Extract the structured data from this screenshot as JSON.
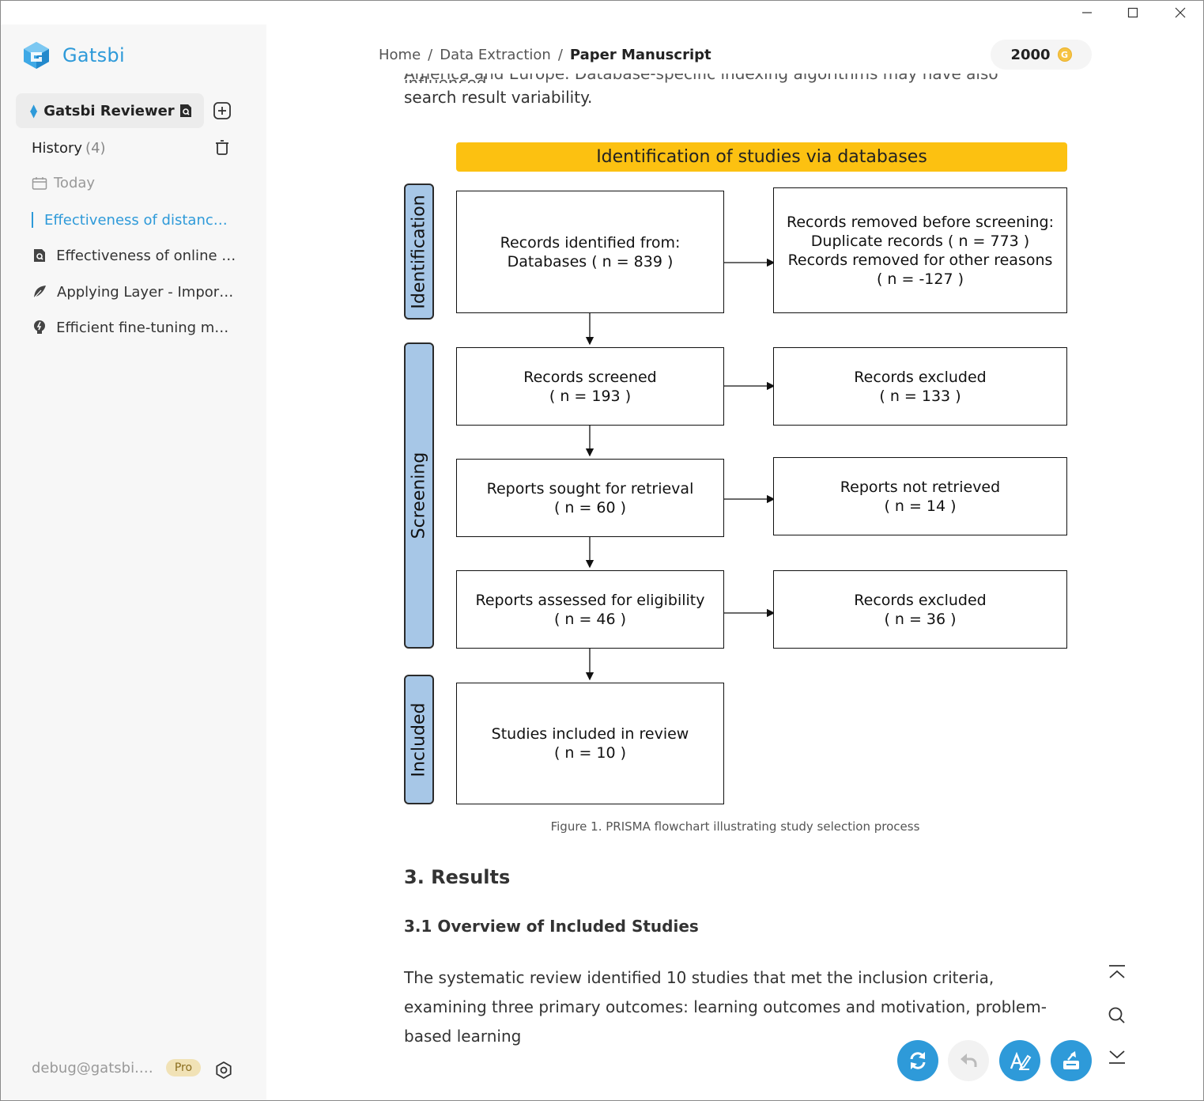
{
  "app": {
    "name": "Gatsbi",
    "brand_color": "#2e9ad9"
  },
  "sidebar": {
    "workspace": "Gatsbi Reviewer",
    "history_label": "History",
    "history_count": "(4)",
    "today_label": "Today",
    "items": [
      {
        "label": "Effectiveness of distance le…",
        "icon": "active-bar",
        "active": true
      },
      {
        "label": "Effectiveness of online le…",
        "icon": "review-doc-icon"
      },
      {
        "label": "Applying Layer - Importa…",
        "icon": "feather-icon"
      },
      {
        "label": "Efficient fine-tuning met…",
        "icon": "bulb-icon"
      }
    ],
    "user_email": "debug@gatsbi.…",
    "plan_badge": "Pro"
  },
  "header": {
    "breadcrumb": [
      "Home",
      "Data Extraction",
      "Paper Manuscript"
    ],
    "separator": "/",
    "credits": "2000"
  },
  "document": {
    "top_cut_text": "America and Europe. Database-specific indexing algorithms may have also influenced",
    "top_text": "search result variability.",
    "figure": {
      "header": "Identification of studies via databases",
      "phases": [
        "Identification",
        "Screening",
        "Included"
      ],
      "boxes": {
        "identified": [
          "Records identified from:",
          "Databases ( n = 839 )"
        ],
        "removed": [
          "Records removed before screening:",
          "Duplicate records ( n = 773 )",
          "Records removed for other reasons",
          "( n = -127 )"
        ],
        "screened": [
          "Records screened",
          "( n = 193 )"
        ],
        "excluded1": [
          "Records excluded",
          "( n = 133 )"
        ],
        "sought": [
          "Reports sought for retrieval",
          "( n = 60 )"
        ],
        "not_retrieved": [
          "Reports not retrieved",
          "( n = 14 )"
        ],
        "assessed": [
          "Reports assessed for eligibility",
          "( n = 46 )"
        ],
        "excluded2": [
          "Records excluded",
          "( n = 36 )"
        ],
        "included": [
          "Studies included in review",
          "( n = 10 )"
        ]
      },
      "caption": "Figure 1. PRISMA flowchart illustrating study selection process",
      "header_color": "#fcc111",
      "phase_color": "#a7c7e7"
    },
    "section_title": "3. Results",
    "subsection_title": "3.1 Overview of Included Studies",
    "body": "The systematic review identified 10 studies that met the inclusion criteria, examining three primary outcomes: learning outcomes and motivation, problem-based learning"
  },
  "controls": {
    "scroll_up": "chevron-up-icon",
    "search": "search-icon",
    "scroll_down": "chevron-down-icon",
    "actions": [
      "refresh-icon",
      "undo-icon",
      "ai-edit-icon",
      "export-icon"
    ]
  }
}
